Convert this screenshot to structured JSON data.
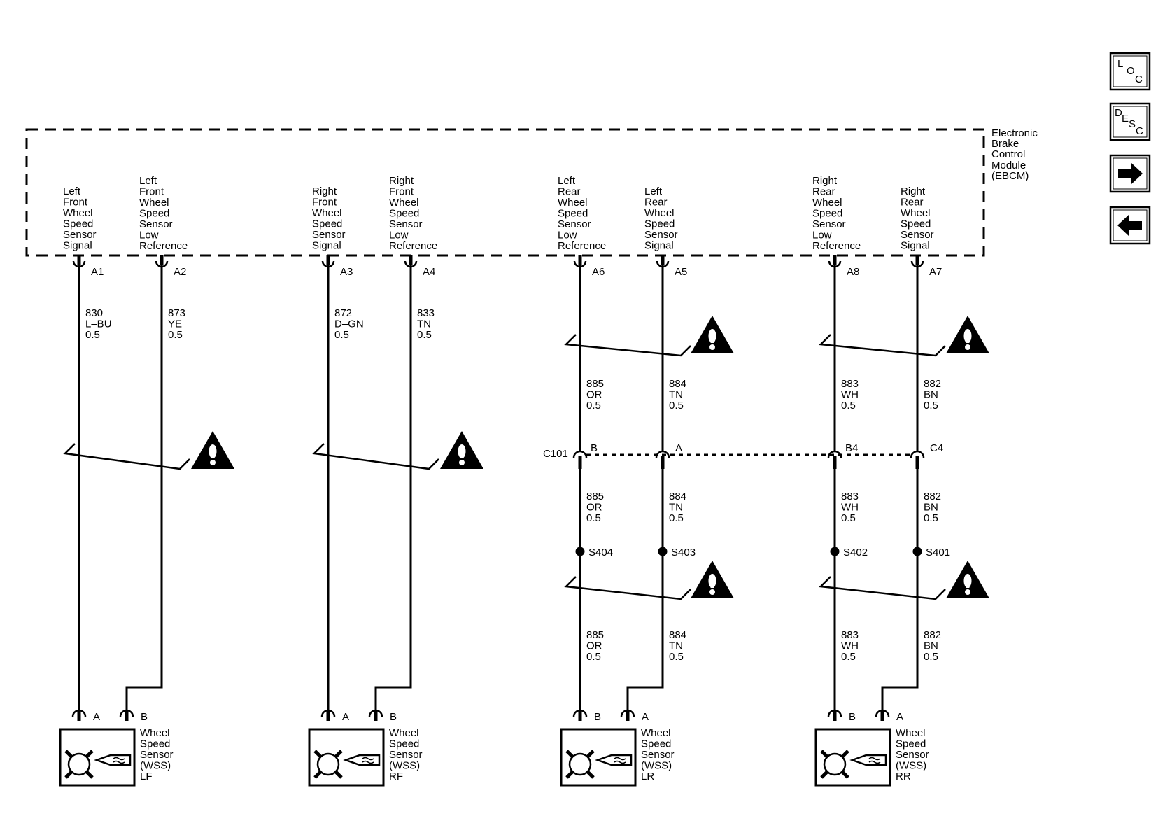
{
  "module": {
    "name_lines": [
      "Electronic",
      "Brake",
      "Control",
      "Module",
      "(EBCM)"
    ]
  },
  "nav": {
    "loc": [
      "L",
      "O",
      "C"
    ],
    "desc": [
      "D",
      "E",
      "S",
      "C"
    ]
  },
  "circuits": [
    {
      "id": "lf",
      "signal": {
        "pin": "A1",
        "label": [
          "Left",
          "Front",
          "Wheel",
          "Speed",
          "Sensor",
          "Signal"
        ],
        "wire": [
          "830",
          "L–BU",
          "0.5"
        ],
        "sensor_pin": "A"
      },
      "lowref": {
        "pin": "A2",
        "label": [
          "Left",
          "Front",
          "Wheel",
          "Speed",
          "Sensor",
          "Low",
          "Reference"
        ],
        "wire": [
          "873",
          "YE",
          "0.5"
        ],
        "sensor_pin": "B"
      },
      "sensor_label": [
        "Wheel",
        "Speed",
        "Sensor",
        "(WSS) –",
        "LF"
      ]
    },
    {
      "id": "rf",
      "signal": {
        "pin": "A3",
        "label": [
          "Right",
          "Front",
          "Wheel",
          "Speed",
          "Sensor",
          "Signal"
        ],
        "wire": [
          "872",
          "D–GN",
          "0.5"
        ],
        "sensor_pin": "A"
      },
      "lowref": {
        "pin": "A4",
        "label": [
          "Right",
          "Front",
          "Wheel",
          "Speed",
          "Sensor",
          "Low",
          "Reference"
        ],
        "wire": [
          "833",
          "TN",
          "0.5"
        ],
        "sensor_pin": "B"
      },
      "sensor_label": [
        "Wheel",
        "Speed",
        "Sensor",
        "(WSS) –",
        "RF"
      ]
    },
    {
      "id": "lr",
      "lowref": {
        "pin": "A6",
        "label": [
          "Left",
          "Rear",
          "Wheel",
          "Speed",
          "Sensor",
          "Low",
          "Reference"
        ],
        "wire": [
          "885",
          "OR",
          "0.5"
        ],
        "connector_pin": "B",
        "splice": "S404",
        "sensor_pin": "B"
      },
      "signal": {
        "pin": "A5",
        "label": [
          "Left",
          "Rear",
          "Wheel",
          "Speed",
          "Sensor",
          "Signal"
        ],
        "wire": [
          "884",
          "TN",
          "0.5"
        ],
        "connector_pin": "A",
        "splice": "S403",
        "sensor_pin": "A"
      },
      "sensor_label": [
        "Wheel",
        "Speed",
        "Sensor",
        "(WSS) –",
        "LR"
      ]
    },
    {
      "id": "rr",
      "lowref": {
        "pin": "A8",
        "label": [
          "Right",
          "Rear",
          "Wheel",
          "Speed",
          "Sensor",
          "Low",
          "Reference"
        ],
        "wire": [
          "883",
          "WH",
          "0.5"
        ],
        "connector_pin": "B4",
        "splice": "S402",
        "sensor_pin": "B"
      },
      "signal": {
        "pin": "A7",
        "label": [
          "Right",
          "Rear",
          "Wheel",
          "Speed",
          "Sensor",
          "Signal"
        ],
        "wire": [
          "882",
          "BN",
          "0.5"
        ],
        "connector_pin": "C4",
        "splice": "S401",
        "sensor_pin": "A"
      },
      "sensor_label": [
        "Wheel",
        "Speed",
        "Sensor",
        "(WSS) –",
        "RR"
      ]
    }
  ],
  "connector": {
    "name": "C101"
  },
  "icons": {
    "warning": "warning-triangle-icon",
    "next": "arrow-right-icon",
    "prev": "arrow-left-icon",
    "sensor": "wheel-speed-sensor-icon"
  }
}
